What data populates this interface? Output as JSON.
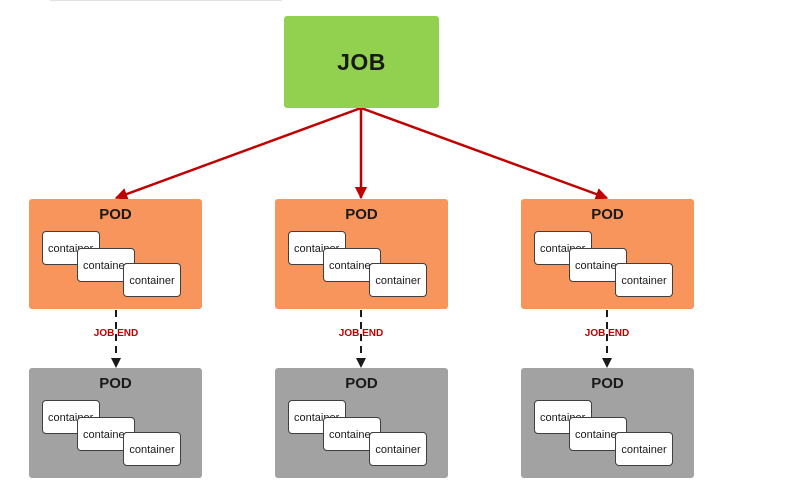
{
  "job": {
    "label": "JOB"
  },
  "job_end_label": "JOB END",
  "pod_label": "POD",
  "container_label": "container",
  "colors": {
    "job": "#92d050",
    "pod_running": "#f7955d",
    "pod_finished": "#a2a2a2",
    "arrow_job_to_pod": "#c00000",
    "job_end_text": "#c00000",
    "arrow_pod_end": "#1a1a1a"
  },
  "columns": [
    {
      "running_pod": {
        "title": "POD",
        "containers": [
          "container",
          "container",
          "container"
        ]
      },
      "end_label": "JOB END",
      "finished_pod": {
        "title": "POD",
        "containers": [
          "container",
          "container",
          "container"
        ]
      }
    },
    {
      "running_pod": {
        "title": "POD",
        "containers": [
          "container",
          "container",
          "container"
        ]
      },
      "end_label": "JOB END",
      "finished_pod": {
        "title": "POD",
        "containers": [
          "container",
          "container",
          "container"
        ]
      }
    },
    {
      "running_pod": {
        "title": "POD",
        "containers": [
          "container",
          "container",
          "container"
        ]
      },
      "end_label": "JOB END",
      "finished_pod": {
        "title": "POD",
        "containers": [
          "container",
          "container",
          "container"
        ]
      }
    }
  ]
}
